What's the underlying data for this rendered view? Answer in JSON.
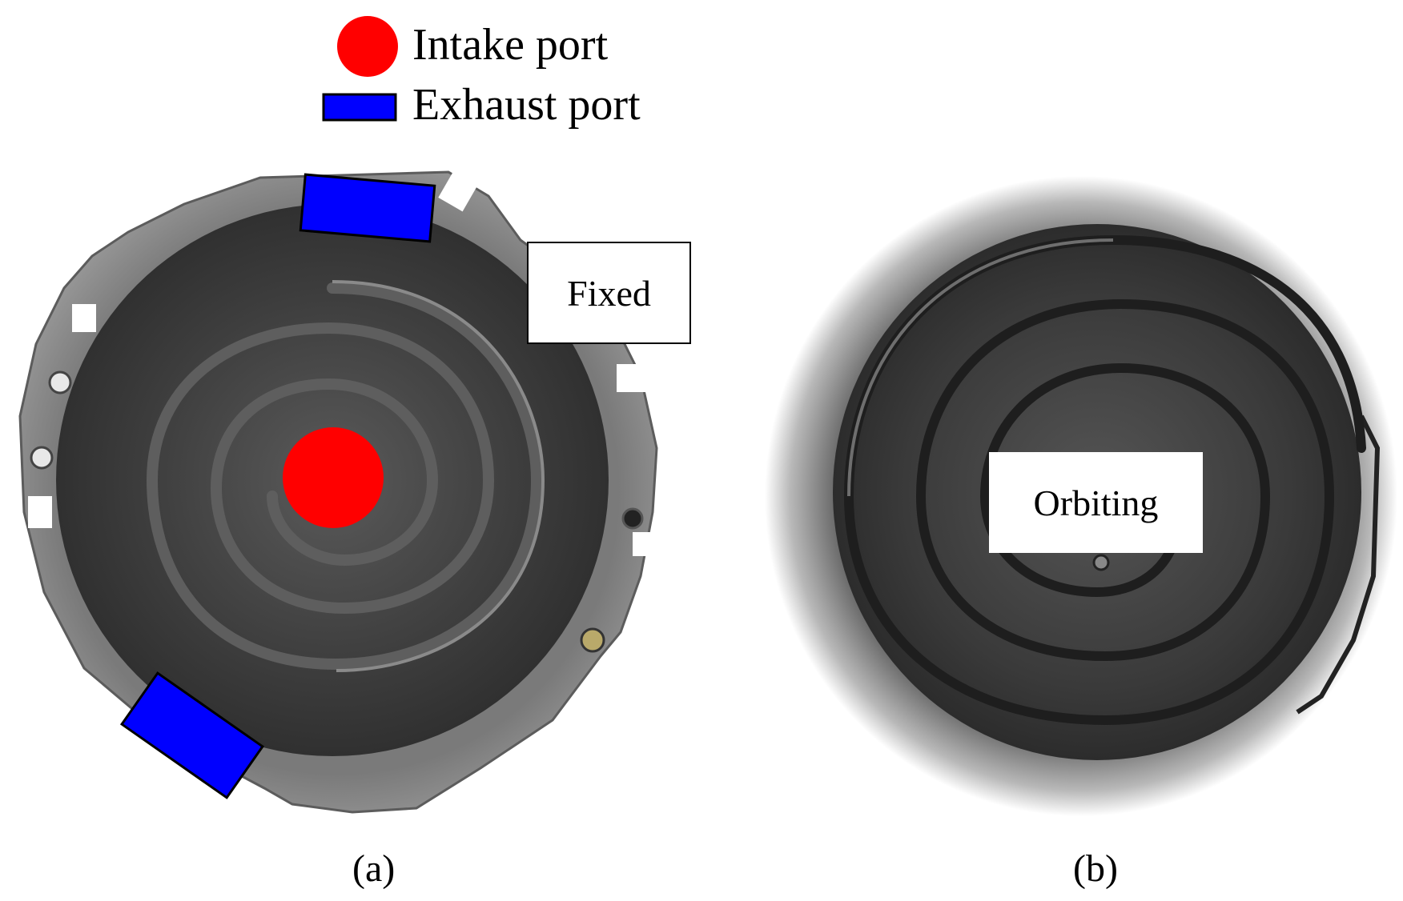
{
  "legend": {
    "intake_label": "Intake port",
    "exhaust_label": "Exhaust port",
    "intake_color": "#ff0000",
    "exhaust_color": "#0000ff"
  },
  "panel_a": {
    "label": "Fixed",
    "caption": "(a)"
  },
  "panel_b": {
    "label": "Orbiting",
    "caption": "(b)"
  }
}
